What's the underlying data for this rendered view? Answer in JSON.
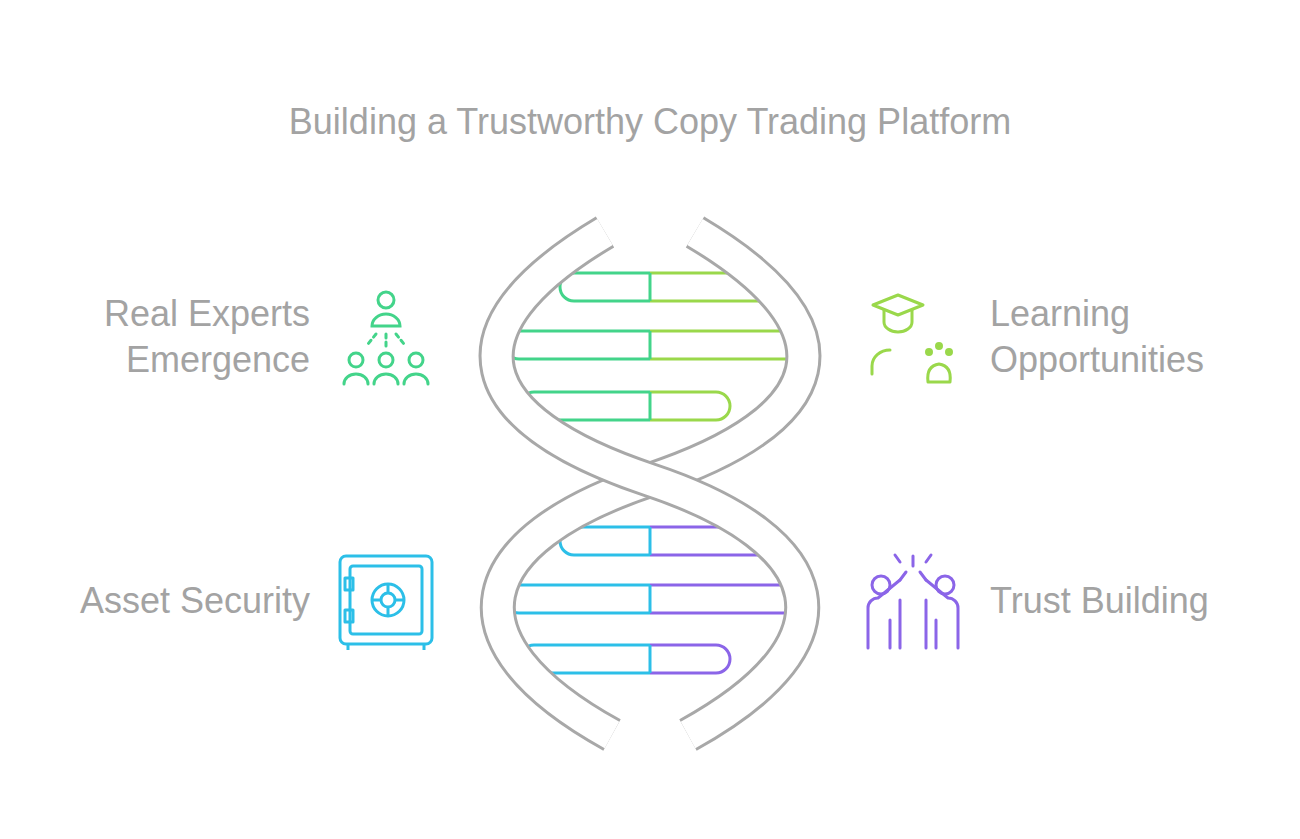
{
  "diagram": {
    "title": "Building a Trustworthy Copy Trading Platform",
    "labels": [
      "Real Experts Emergence",
      "Learning Opportunities",
      "Asset Security",
      "Trust Building"
    ]
  }
}
